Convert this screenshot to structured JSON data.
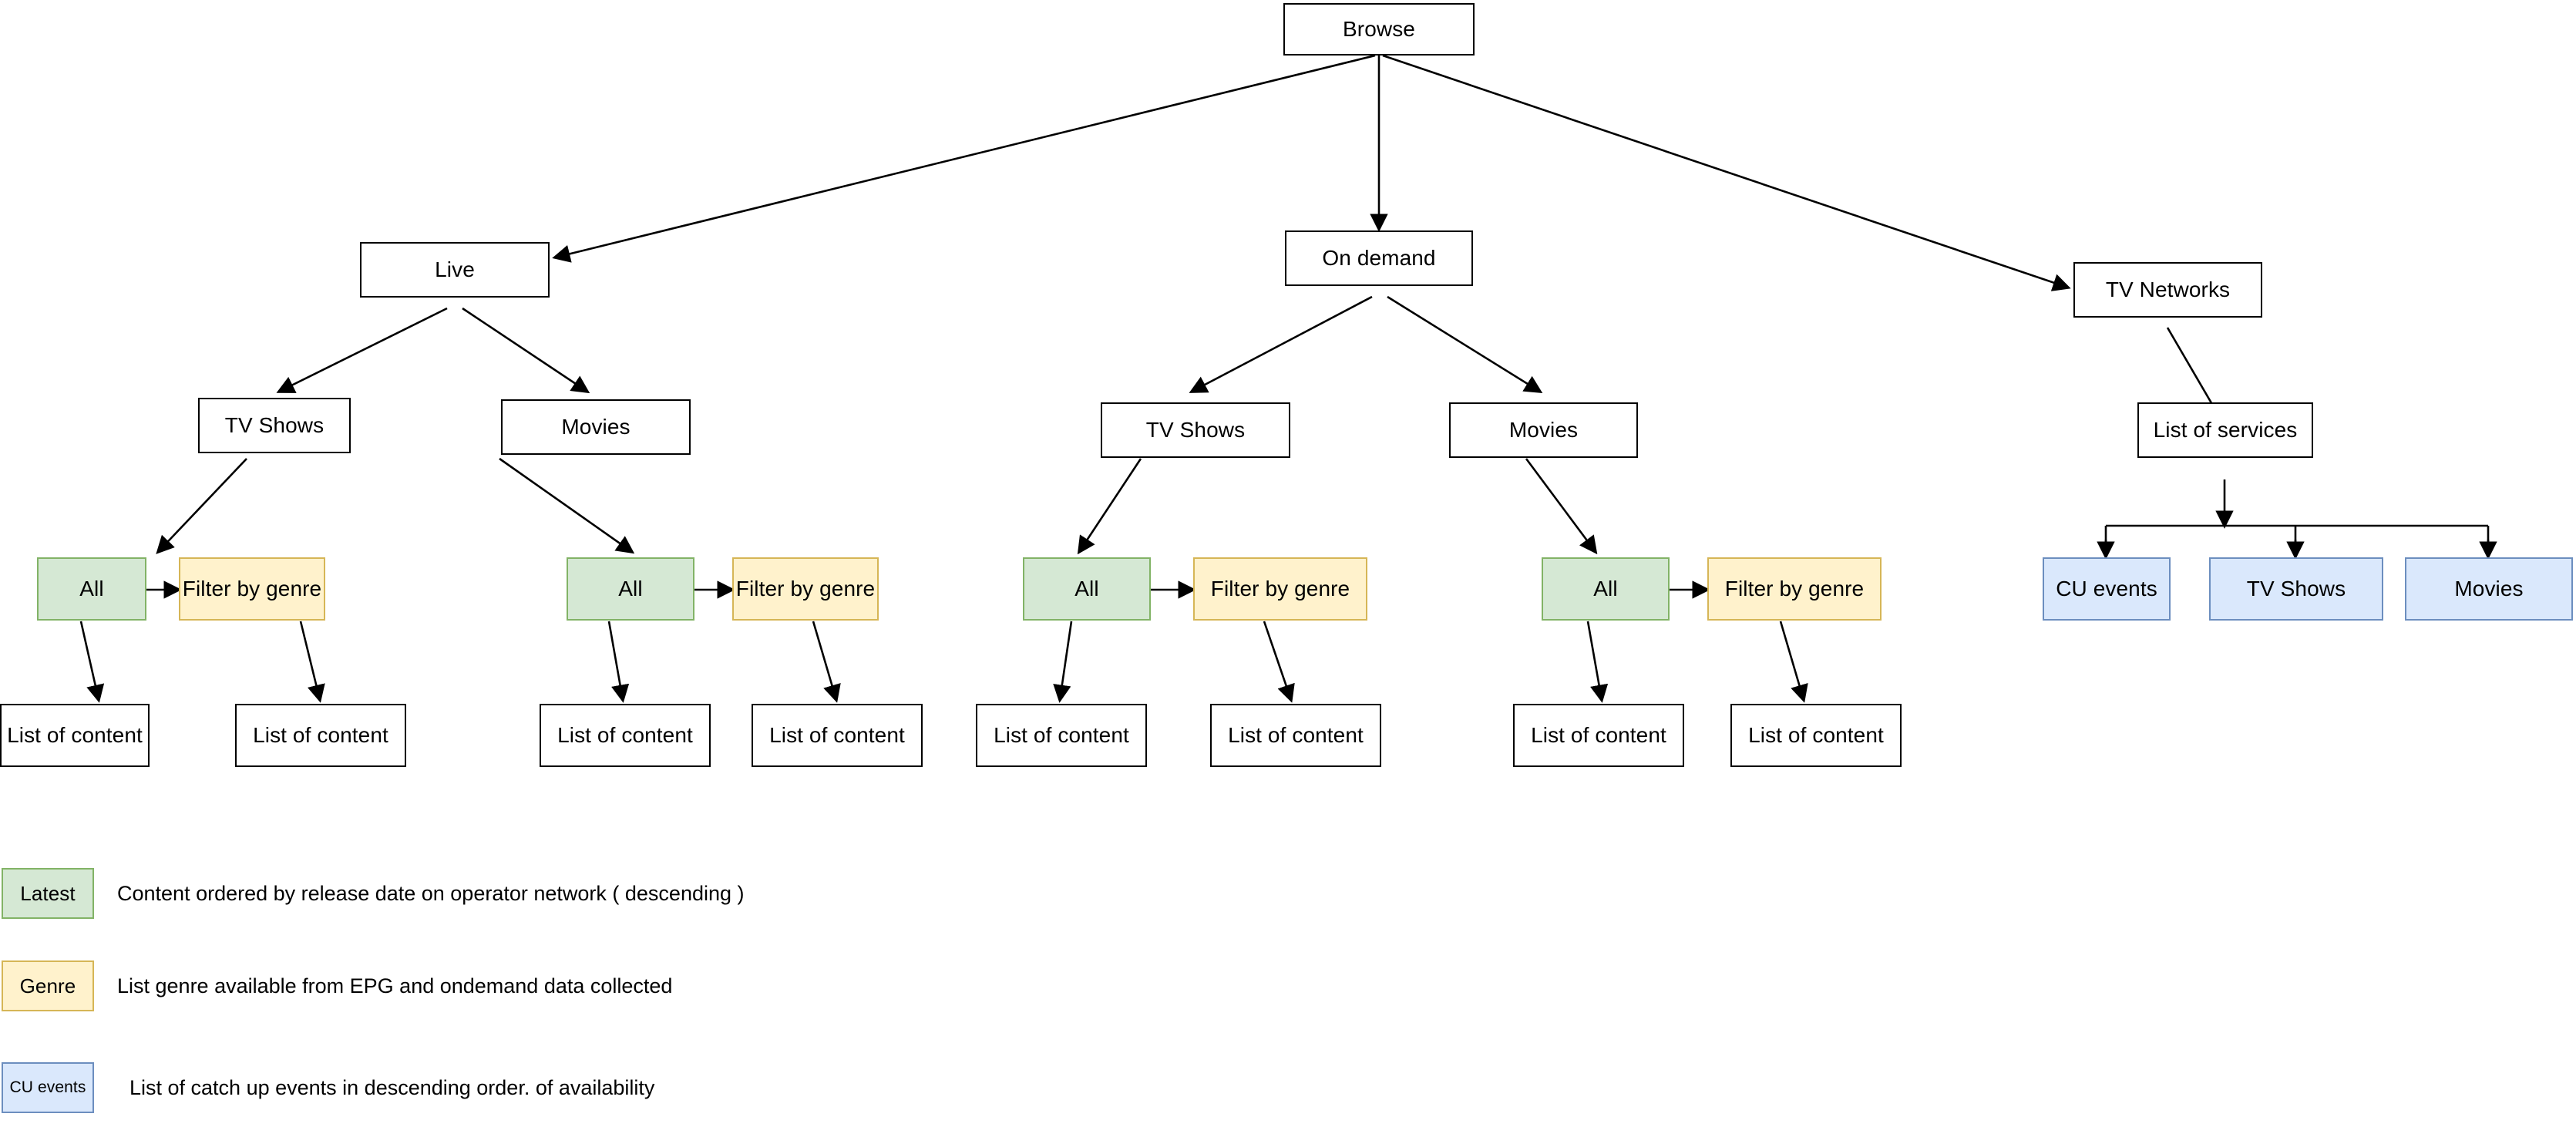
{
  "diagram": {
    "title": "Browse navigation structure",
    "colors": {
      "green_fill": "#d5e8d4",
      "green_stroke": "#82b366",
      "yellow_fill": "#fff2cc",
      "yellow_stroke": "#d6b656",
      "blue_fill": "#dae8fc",
      "blue_stroke": "#6c8ebf",
      "plain_fill": "#ffffff",
      "plain_stroke": "#000000",
      "edge": "#000000"
    },
    "nodes": {
      "root": "Browse",
      "live": "Live",
      "on_demand": "On demand",
      "tv_networks": "TV Networks",
      "live_tv_shows": "TV Shows",
      "live_movies": "Movies",
      "od_tv_shows": "TV Shows",
      "od_movies": "Movies",
      "all_1": "All",
      "filter_1": "Filter by genre",
      "all_2": "All",
      "filter_2": "Filter by genre",
      "all_3": "All",
      "filter_3": "Filter by genre",
      "all_4": "All",
      "filter_4": "Filter by genre",
      "list_1": "List of content",
      "list_2": "List of content",
      "list_3": "List of content",
      "list_4": "List of content",
      "list_5": "List of content",
      "list_6": "List of content",
      "list_7": "List of content",
      "list_8": "List of content",
      "list_of_services": "List of services",
      "cu_events": "CU events",
      "net_tv_shows": "TV Shows",
      "net_movies": "Movies"
    }
  },
  "legend": [
    {
      "swatch_label": "Latest",
      "swatch_style": "green",
      "description": "Content ordered by release date on operator network ( descending )"
    },
    {
      "swatch_label": "Genre",
      "swatch_style": "yellow",
      "description": "List genre available from EPG and ondemand data collected"
    },
    {
      "swatch_label": "CU events",
      "swatch_style": "blue",
      "description": "List of catch up events in descending order. of availability"
    }
  ]
}
